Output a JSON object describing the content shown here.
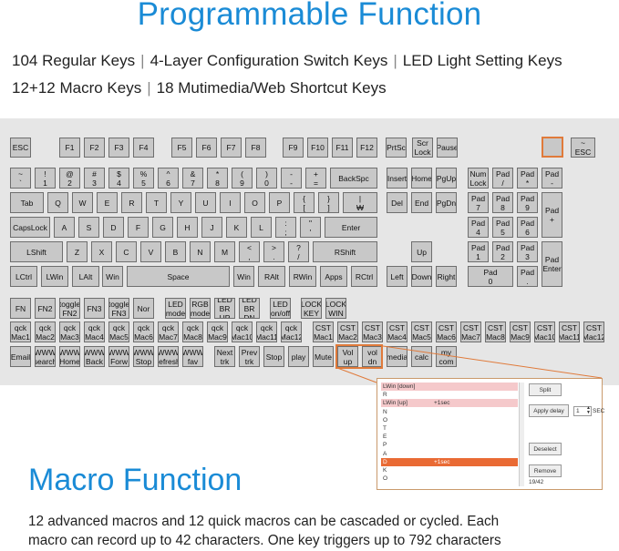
{
  "heading": "Programmable Function",
  "features": {
    "line1": [
      "104 Regular Keys",
      "4-Layer Configuration Switch Keys",
      "LED Light Setting Keys"
    ],
    "line2": [
      "12+12 Macro Keys",
      "18 Mutimedia/Web Shortcut Keys"
    ],
    "separator": "|"
  },
  "keyboard": {
    "row_fn": [
      "ESC",
      "F1",
      "F2",
      "F3",
      "F4",
      "F5",
      "F6",
      "F7",
      "F8",
      "F9",
      "F10",
      "F11",
      "F12",
      "PrtSc",
      "Scr\nLock",
      "Pause",
      "",
      "~\nESC"
    ],
    "row_num": [
      "~\n`",
      "!\n1",
      "@\n2",
      "#\n3",
      "$\n4",
      "%\n5",
      "^\n6",
      "&\n7",
      "*\n8",
      "(\n9",
      ")\n0",
      "-\n-",
      "+\n=",
      "BackSpc",
      "Insert",
      "Home",
      "PgUp",
      "Num\nLock",
      "Pad\n/",
      "Pad\n*",
      "Pad\n-"
    ],
    "row_q": [
      "Tab",
      "Q",
      "W",
      "E",
      "R",
      "T",
      "Y",
      "U",
      "I",
      "O",
      "P",
      "{\n[",
      "}\n]",
      "|\n₩",
      "Del",
      "End",
      "PgDn",
      "Pad\n7",
      "Pad\n8",
      "Pad\n9",
      "Pad\n+"
    ],
    "row_a": [
      "CapsLock",
      "A",
      "S",
      "D",
      "F",
      "G",
      "H",
      "J",
      "K",
      "L",
      ":\n;",
      "\"\n'",
      "Enter",
      "Pad\n4",
      "Pad\n5",
      "Pad\n6"
    ],
    "row_z": [
      "LShift",
      "Z",
      "X",
      "C",
      "V",
      "B",
      "N",
      "M",
      "<\n,",
      ">\n.",
      "?\n/",
      "RShift",
      "Up",
      "Pad\n1",
      "Pad\n2",
      "Pad\n3",
      "Pad\nEnter"
    ],
    "row_ctrl": [
      "LCtrl",
      "LWin",
      "LAlt",
      "Win",
      "Space",
      "Win",
      "RAlt",
      "RWin",
      "Apps",
      "RCtrl",
      "Left",
      "Down",
      "Right",
      "Pad\n0",
      "Pad\n."
    ],
    "row_layer": [
      "FN",
      "FN2",
      "toggle\nFN2",
      "FN3",
      "toggle\nFN3",
      "Nor",
      "LED\nmode",
      "RGB\nmode",
      "LED\nBR UP",
      "LED\nBR DN",
      "LED\non/off",
      "LOCK\nKEY",
      "LOCK\nWIN"
    ],
    "row_qck": [
      "qck\nMac1",
      "qck\nMac2",
      "qck\nMac3",
      "qck\nMac4",
      "qck\nMac5",
      "qck\nMac6",
      "qck\nMac7",
      "qck\nMac8",
      "qck\nMac9",
      "qck\nMac10",
      "qck\nMac11",
      "qck\nMac12",
      "CST\nMac1",
      "CST\nMac2",
      "CST\nMac3",
      "CST\nMac4",
      "CST\nMac5",
      "CST\nMac6",
      "CST\nMac7",
      "CST\nMac8",
      "CST\nMac9",
      "CST\nMac10",
      "CST\nMac11",
      "CST\nMac12"
    ],
    "row_media": [
      "Email",
      "WWW\nsearch",
      "WWW\nHome",
      "WWW\nBack",
      "WWW\nForw",
      "WWW\nStop",
      "WWW\nrefresh",
      "WWW\nfav",
      "Next\ntrk",
      "Prev\ntrk",
      "Stop",
      "play",
      "Mute",
      "Vol\nup",
      "vol\ndn",
      "media",
      "calc",
      "my\ncom"
    ]
  },
  "macro_window": {
    "rows": [
      {
        "text": "LWin [down]",
        "style": "pink"
      },
      {
        "text": "R",
        "style": ""
      },
      {
        "text": "LWin [up]",
        "delay": "+1sec",
        "style": "pink"
      },
      {
        "text": "N",
        "style": ""
      },
      {
        "text": "O",
        "style": ""
      },
      {
        "text": "T",
        "style": ""
      },
      {
        "text": "E",
        "style": ""
      },
      {
        "text": "P",
        "style": ""
      },
      {
        "text": "A",
        "style": ""
      },
      {
        "text": "D",
        "delay": "+1sec",
        "style": "orange"
      },
      {
        "text": "K",
        "style": ""
      },
      {
        "text": "O",
        "style": ""
      }
    ],
    "split_label": "Split",
    "apply_delay_label": "Apply delay",
    "delay_value": "1",
    "sec_label": "SEC",
    "deselect_label": "Deselect",
    "remove_label": "Remove",
    "counter": "19/42"
  },
  "macro_heading": "Macro Function",
  "macro_desc": [
    "12 advanced macros and 12 quick macros can be cascaded or cycled. Each",
    "macro can record up to 42 characters. One key triggers up to 792 characters"
  ],
  "colors": {
    "accent": "#1a8bd6",
    "key": "#c8c8c8",
    "selected": "#e07a3a",
    "highlight": "#e96a34",
    "pink": "#f5c9cb"
  }
}
